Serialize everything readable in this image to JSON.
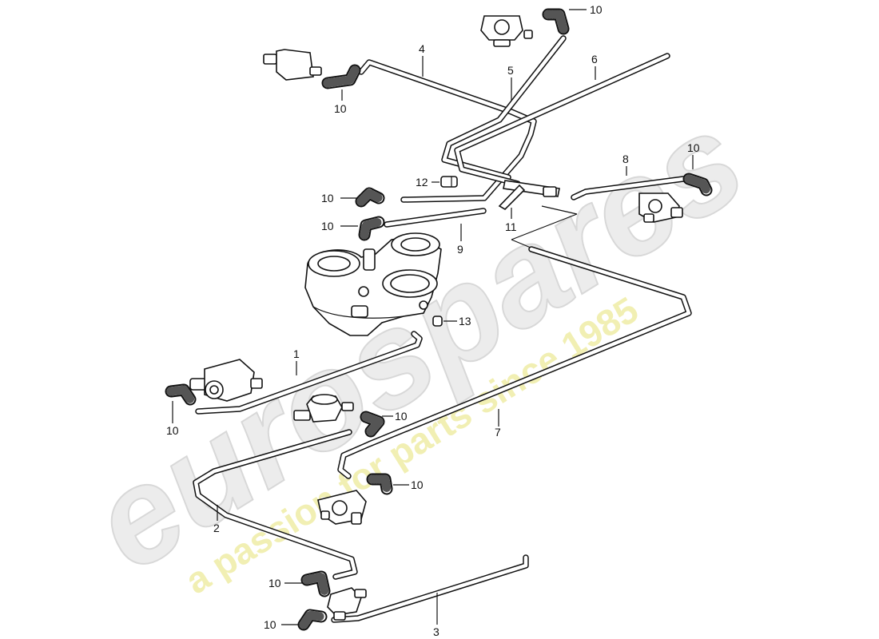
{
  "watermark": {
    "logo": "eurospares",
    "tagline": "a passion for parts since 1985"
  },
  "callouts": [
    {
      "id": "c10a",
      "text": "10"
    },
    {
      "id": "c4",
      "text": "4"
    },
    {
      "id": "c6",
      "text": "6"
    },
    {
      "id": "c5",
      "text": "5"
    },
    {
      "id": "c10b",
      "text": "10"
    },
    {
      "id": "c10c",
      "text": "10"
    },
    {
      "id": "c8",
      "text": "8"
    },
    {
      "id": "c12",
      "text": "12"
    },
    {
      "id": "c10d",
      "text": "10"
    },
    {
      "id": "c10e",
      "text": "10"
    },
    {
      "id": "c11",
      "text": "11"
    },
    {
      "id": "c9",
      "text": "9"
    },
    {
      "id": "c13",
      "text": "13"
    },
    {
      "id": "c1",
      "text": "1"
    },
    {
      "id": "c10f",
      "text": "10"
    },
    {
      "id": "c10g",
      "text": "10"
    },
    {
      "id": "c7",
      "text": "7"
    },
    {
      "id": "c10h",
      "text": "10"
    },
    {
      "id": "c2",
      "text": "2"
    },
    {
      "id": "c10i",
      "text": "10"
    },
    {
      "id": "c10j",
      "text": "10"
    },
    {
      "id": "c3",
      "text": "3"
    }
  ]
}
